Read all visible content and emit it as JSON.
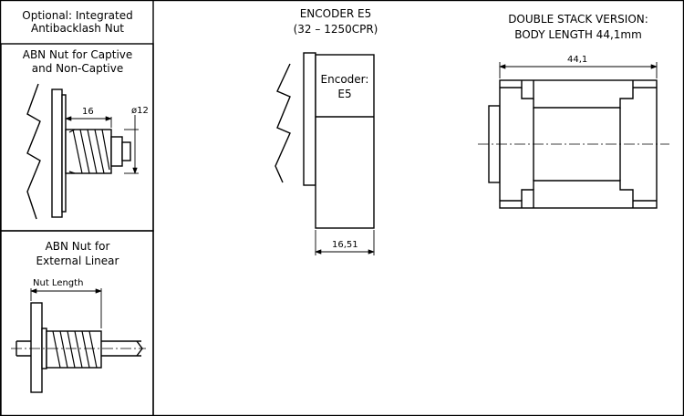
{
  "left_panel": {
    "heading_line1": "Optional: Integrated",
    "heading_line2": "Antibacklash Nut",
    "captive_box": {
      "title_line1": "ABN Nut for Captive",
      "title_line2": "and Non-Captive",
      "dim_length": "16",
      "dim_diameter": "ø12"
    },
    "linear_box": {
      "title_line1": "ABN Nut for",
      "title_line2": "External Linear",
      "dim_nut_length": "Nut Length"
    }
  },
  "encoder_view": {
    "title_line1": "ENCODER E5",
    "title_line2": "(32 – 1250CPR)",
    "encoder_label_line1": "Encoder:",
    "encoder_label_line2": "E5",
    "dim_width": "16,51"
  },
  "double_stack_view": {
    "title_line1": "DOUBLE STACK VERSION:",
    "title_line2": "BODY LENGTH 44,1mm",
    "dim_width": "44,1"
  }
}
